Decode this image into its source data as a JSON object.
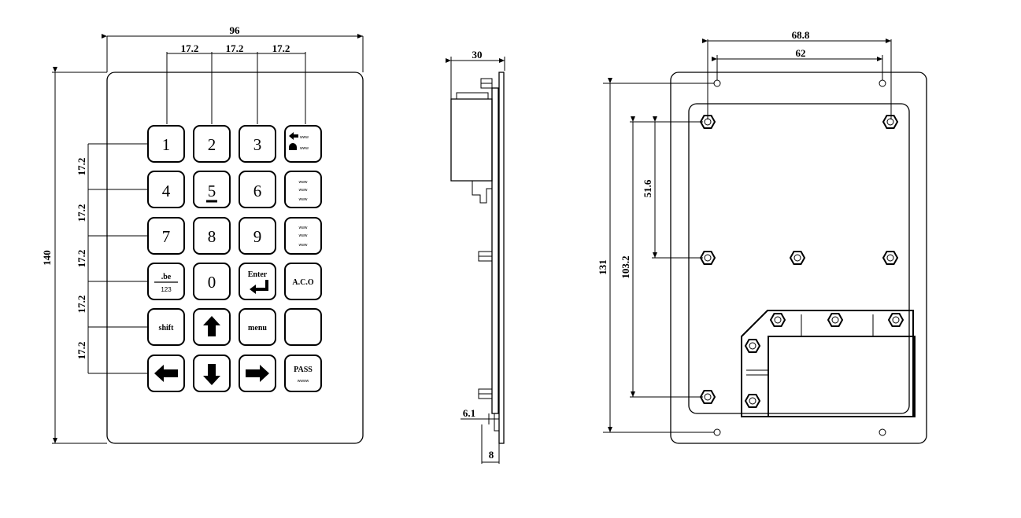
{
  "front_view": {
    "dims": {
      "total_width": "96",
      "pitch_top_1": "17.2",
      "pitch_top_2": "17.2",
      "pitch_top_3": "17.2",
      "total_height": "140",
      "pitch_left_1": "17.2",
      "pitch_left_2": "17.2",
      "pitch_left_3": "17.2",
      "pitch_left_4": "17.2",
      "pitch_left_5": "17.2"
    },
    "keys": {
      "k1": "1",
      "k2": "2",
      "k3": "3",
      "k4": "4",
      "k5": "5",
      "k6": "6",
      "k7": "7",
      "k8": "8",
      "k9": "9",
      "k0": "0",
      "fraction_top": ".be",
      "fraction_bottom": "123",
      "enter_label": "Enter",
      "aco_label": "A.C.O",
      "shift_label": "shift",
      "menu_label": "menu",
      "pass_label": "PASS",
      "pass_sub": "wwww",
      "tiny_text": "www"
    }
  },
  "side_view": {
    "dims": {
      "depth": "30",
      "plate_offset": "6.1",
      "plate_thickness": "8"
    }
  },
  "rear_view": {
    "dims": {
      "outer_hole_pitch": "68.8",
      "inner_hole_pitch": "62",
      "height_131": "131",
      "height_103": "103.2",
      "height_51": "51.6"
    }
  }
}
